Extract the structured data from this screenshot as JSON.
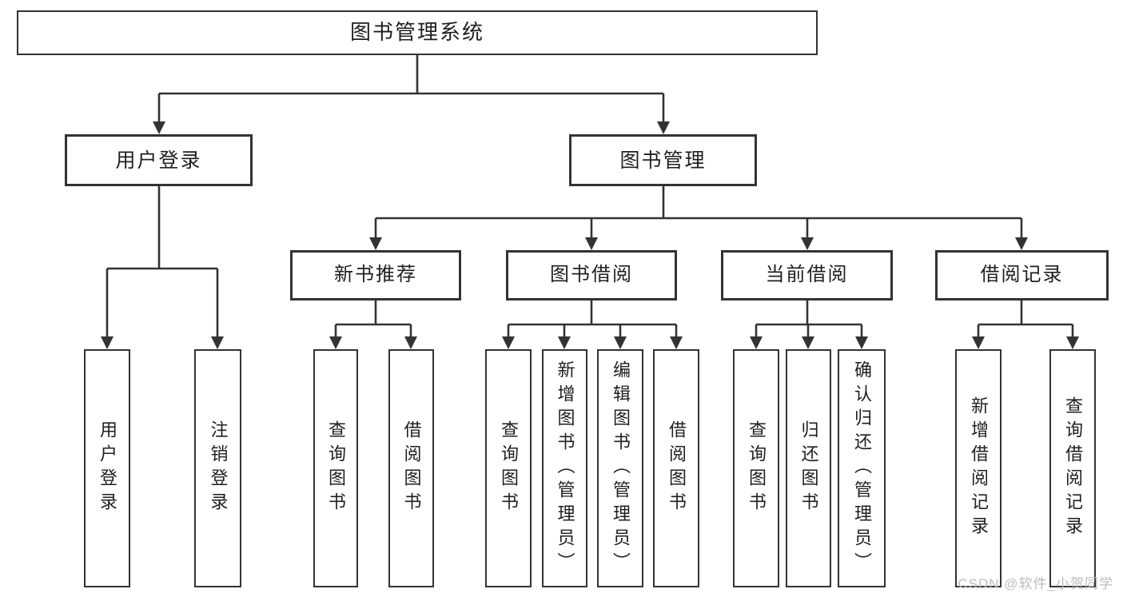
{
  "colors": {
    "line": "#333333",
    "text": "#1f1f1f",
    "watermark": "#bdbdbd",
    "background": "#ffffff"
  },
  "nodes": {
    "root": {
      "label": "图书管理系统"
    },
    "user_login_group": {
      "label": "用户登录"
    },
    "book_mgmt": {
      "label": "图书管理"
    },
    "new_book_rec": {
      "label": "新书推荐"
    },
    "book_borrow": {
      "label": "图书借阅"
    },
    "current_borrow": {
      "label": "当前借阅"
    },
    "borrow_records": {
      "label": "借阅记录"
    },
    "leaves": {
      "user_login": {
        "label": "用户登录"
      },
      "logout": {
        "label": "注销登录"
      },
      "rec_query_book": {
        "label": "查询图书"
      },
      "rec_borrow_book": {
        "label": "借阅图书"
      },
      "bb_query_book": {
        "label": "查询图书"
      },
      "bb_add_book": {
        "label": "新增图书（管理员）"
      },
      "bb_edit_book": {
        "label": "编辑图书（管理员）"
      },
      "bb_borrow_book": {
        "label": "借阅图书"
      },
      "cb_query_book": {
        "label": "查询图书"
      },
      "cb_return_book": {
        "label": "归还图书"
      },
      "cb_confirm_return": {
        "label": "确认归还（管理员）"
      },
      "br_add_record": {
        "label": "新增借阅记录"
      },
      "br_query_record": {
        "label": "查询借阅记录"
      }
    }
  },
  "tree": {
    "root": "图书管理系统",
    "children": [
      {
        "label": "用户登录",
        "children": [
          "用户登录",
          "注销登录"
        ]
      },
      {
        "label": "图书管理",
        "children": [
          {
            "label": "新书推荐",
            "children": [
              "查询图书",
              "借阅图书"
            ]
          },
          {
            "label": "图书借阅",
            "children": [
              "查询图书",
              "新增图书（管理员）",
              "编辑图书（管理员）",
              "借阅图书"
            ]
          },
          {
            "label": "当前借阅",
            "children": [
              "查询图书",
              "归还图书",
              "确认归还（管理员）"
            ]
          },
          {
            "label": "借阅记录",
            "children": [
              "新增借阅记录",
              "查询借阅记录"
            ]
          }
        ]
      }
    ]
  },
  "watermark": {
    "text": "CSDN @软件_小贺同学"
  }
}
